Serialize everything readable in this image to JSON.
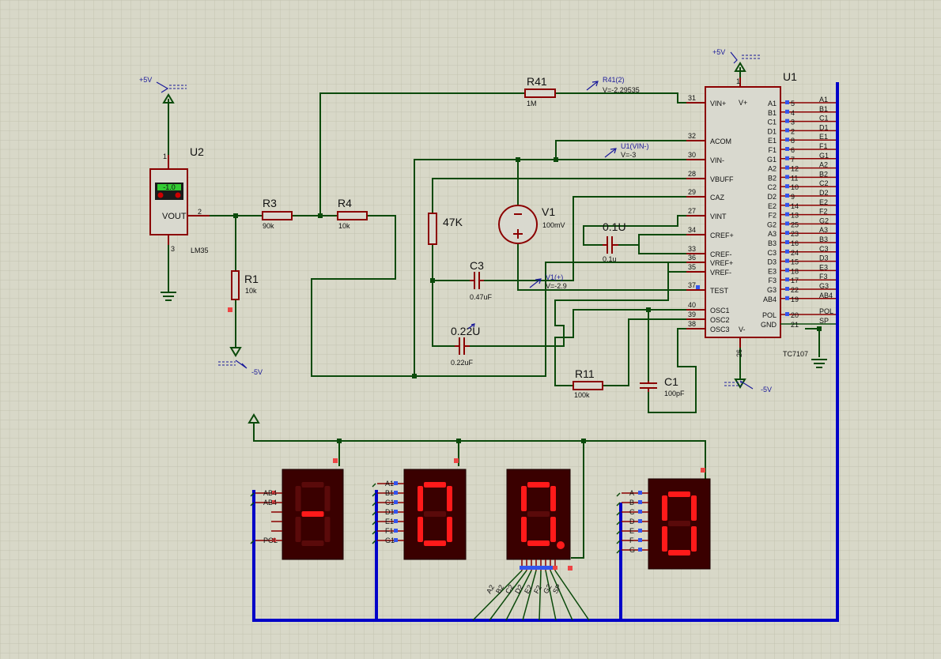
{
  "colors": {
    "grid_minor": "#c4c4b2",
    "wire": "#0b4a0b",
    "bus": "#0000c8",
    "component": "#8b0000",
    "chip_fill": "#d9d9cf",
    "seg_bg": "#3a0000",
    "seg_on": "#ff1a1a",
    "seg_off": "#5a0a0a",
    "probe": "#1a1a9a"
  },
  "u2": {
    "ref": "U2",
    "part": "LM35",
    "display": "-1.0",
    "pin_vout": "VOUT",
    "pin1": "1",
    "pin2": "2",
    "pin3": "3"
  },
  "power": {
    "plus5_u2": "+5V",
    "minus5_r1": "-5V",
    "plus5_u1": "+5V",
    "minus5_u1": "-5V"
  },
  "resistors": {
    "r1": {
      "ref": "R1",
      "value": "10k"
    },
    "r3": {
      "ref": "R3",
      "value": "90k"
    },
    "r4": {
      "ref": "R4",
      "value": "10k"
    },
    "r41": {
      "ref": "R41",
      "value": "1M"
    },
    "r47k": {
      "value": "47K"
    },
    "r11": {
      "ref": "R11",
      "value": "100k"
    }
  },
  "capacitors": {
    "c3": {
      "ref": "C3",
      "value": "0.47uF"
    },
    "c022": {
      "ref": "0.22U",
      "value": "0.22uF"
    },
    "c01": {
      "ref": "0.1U",
      "value": "0.1u"
    },
    "c1": {
      "ref": "C1",
      "value": "100pF"
    }
  },
  "source_v1": {
    "ref": "V1",
    "value": "100mV"
  },
  "probes": {
    "r41": {
      "name": "R41(2)",
      "reading": "V=-2.29535"
    },
    "vin": {
      "name": "U1(VIN-)",
      "reading": "V=-3"
    },
    "v1": {
      "name": "V1(+)",
      "reading": "V=-2.9"
    }
  },
  "u1": {
    "ref": "U1",
    "part": "TC7107",
    "pin_vplus_num": "1",
    "pin_vminus_num": "26",
    "left_pins": [
      {
        "num": "31",
        "name": "VIN+"
      },
      {
        "num": "32",
        "name": "ACOM"
      },
      {
        "num": "30",
        "name": "VIN-"
      },
      {
        "num": "28",
        "name": "VBUFF"
      },
      {
        "num": "29",
        "name": "CAZ"
      },
      {
        "num": "27",
        "name": "VINT"
      },
      {
        "num": "34",
        "name": "CREF+"
      },
      {
        "num": "33",
        "name": "CREF-"
      },
      {
        "num": "36",
        "name": "VREF+"
      },
      {
        "num": "35",
        "name": "VREF-"
      },
      {
        "num": "37",
        "name": "TEST"
      },
      {
        "num": "40",
        "name": "OSC1"
      },
      {
        "num": "39",
        "name": "OSC2"
      },
      {
        "num": "38",
        "name": "OSC3"
      }
    ],
    "top_labels": {
      "vplus": "V+",
      "vminus": "V-"
    },
    "right_pins": [
      {
        "num": "5",
        "name": "A1",
        "net": "A1"
      },
      {
        "num": "4",
        "name": "B1",
        "net": "B1"
      },
      {
        "num": "3",
        "name": "C1",
        "net": "C1"
      },
      {
        "num": "2",
        "name": "D1",
        "net": "D1"
      },
      {
        "num": "8",
        "name": "E1",
        "net": "E1"
      },
      {
        "num": "6",
        "name": "F1",
        "net": "F1"
      },
      {
        "num": "7",
        "name": "G1",
        "net": "G1"
      },
      {
        "num": "12",
        "name": "A2",
        "net": "A2"
      },
      {
        "num": "11",
        "name": "B2",
        "net": "B2"
      },
      {
        "num": "10",
        "name": "C2",
        "net": "C2"
      },
      {
        "num": "9",
        "name": "D2",
        "net": "D2"
      },
      {
        "num": "14",
        "name": "E2",
        "net": "E2"
      },
      {
        "num": "13",
        "name": "F2",
        "net": "F2"
      },
      {
        "num": "25",
        "name": "G2",
        "net": "G2"
      },
      {
        "num": "23",
        "name": "A3",
        "net": "A3"
      },
      {
        "num": "16",
        "name": "B3",
        "net": "B3"
      },
      {
        "num": "24",
        "name": "C3",
        "net": "C3"
      },
      {
        "num": "15",
        "name": "D3",
        "net": "D3"
      },
      {
        "num": "18",
        "name": "E3",
        "net": "E3"
      },
      {
        "num": "17",
        "name": "F3",
        "net": "F3"
      },
      {
        "num": "22",
        "name": "G3",
        "net": "G3"
      },
      {
        "num": "19",
        "name": "AB4",
        "net": "AB4"
      },
      {
        "num": "20",
        "name": "POL",
        "net": "POL"
      },
      {
        "num": "21",
        "name": "GND",
        "net": "SP"
      }
    ]
  },
  "displays": {
    "d1": {
      "labels": [
        "AB4",
        "AB4",
        "POL"
      ],
      "digit": "minus"
    },
    "d2": {
      "labels": [
        "A1",
        "B1",
        "C1",
        "D1",
        "E1",
        "F1",
        "G1"
      ],
      "digit": "0"
    },
    "d3": {
      "labels": [
        "A2",
        "B2",
        "C2",
        "D2",
        "E2",
        "F2",
        "G2",
        "SP"
      ],
      "digit": "0.",
      "dp": true
    },
    "d4": {
      "labels": [
        "A",
        "B",
        "C",
        "D",
        "E",
        "F",
        "G"
      ],
      "digit": "0"
    }
  }
}
